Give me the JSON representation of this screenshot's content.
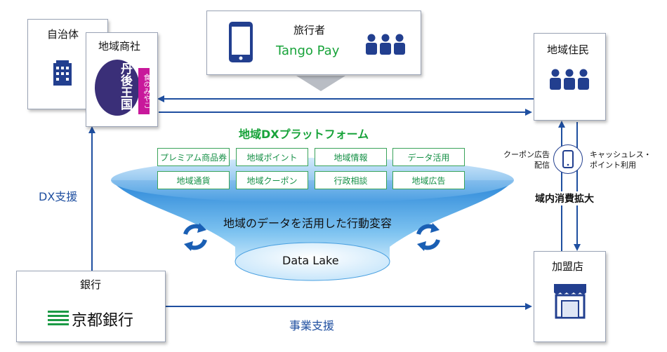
{
  "nodes": {
    "municipality": "自治体",
    "trading": "地域商社",
    "traveler": "旅行者",
    "tango_pay": "Tango Pay",
    "residents": "地域住民",
    "bank": "銀行",
    "bank_name": "京都銀行",
    "store": "加盟店"
  },
  "logo": {
    "main": "丹後王国",
    "sub": "食のみやこ"
  },
  "platform": {
    "title": "地域DXプラットフォーム",
    "services": [
      "プレミアム商品券",
      "地域ポイント",
      "地域情報",
      "データ活用",
      "地域通貨",
      "地域クーポン",
      "行政相談",
      "地域広告"
    ],
    "center_text": "地域のデータを活用した行動変容",
    "data_lake": "Data Lake"
  },
  "labels": {
    "dx_support": "DX支援",
    "business_support": "事業支援",
    "coupon_ads": [
      "クーポン広告",
      "配信"
    ],
    "cashless": [
      "キャッシュレス・",
      "ポイント利用"
    ],
    "consumption": "域内消費拡大"
  },
  "colors": {
    "accent_blue": "#1f4fa0",
    "green": "#18a33a",
    "icon_navy": "#223f8f"
  }
}
